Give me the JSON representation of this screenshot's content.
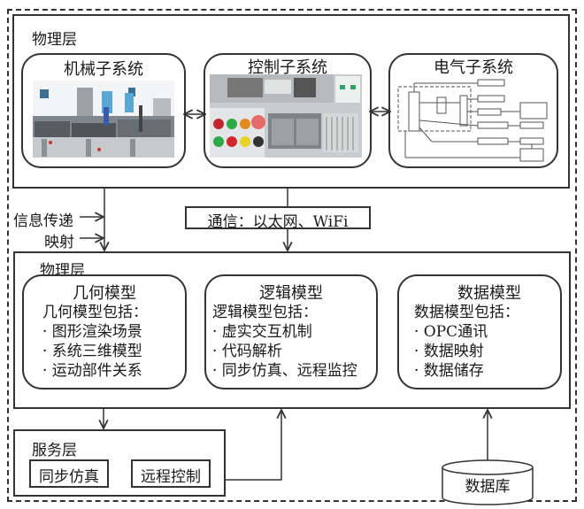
{
  "outer_frame": "dashed",
  "physical_layer": {
    "title": "物理层",
    "subsystems": [
      {
        "title": "机械子系统",
        "image": "mechanical-production-line-photo"
      },
      {
        "title": "控制子系统",
        "image": "control-cabinet-photo"
      },
      {
        "title": "电气子系统",
        "image": "electrical-schematic-diagram"
      }
    ]
  },
  "connectors": {
    "info_transfer": "信息传递",
    "mapping": "映射",
    "communication": "通信：以太网、WiFi"
  },
  "virtual_layer": {
    "title": "物理层",
    "models": [
      {
        "title": "几何模型",
        "subtitle": "几何模型包括：",
        "items": [
          "· 图形渲染场景",
          "· 系统三维模型",
          "· 运动部件关系"
        ]
      },
      {
        "title": "逻辑模型",
        "subtitle": "逻辑模型包括：",
        "items": [
          "· 虚实交互机制",
          "· 代码解析",
          "· 同步仿真、远程监控"
        ]
      },
      {
        "title": "数据模型",
        "subtitle": "数据模型包括：",
        "items": [
          "· OPC通讯",
          "· 数据映射",
          "· 数据储存"
        ]
      }
    ]
  },
  "service_layer": {
    "title": "服务层",
    "items": [
      "同步仿真",
      "远程控制"
    ]
  },
  "database": {
    "label": "数据库"
  }
}
